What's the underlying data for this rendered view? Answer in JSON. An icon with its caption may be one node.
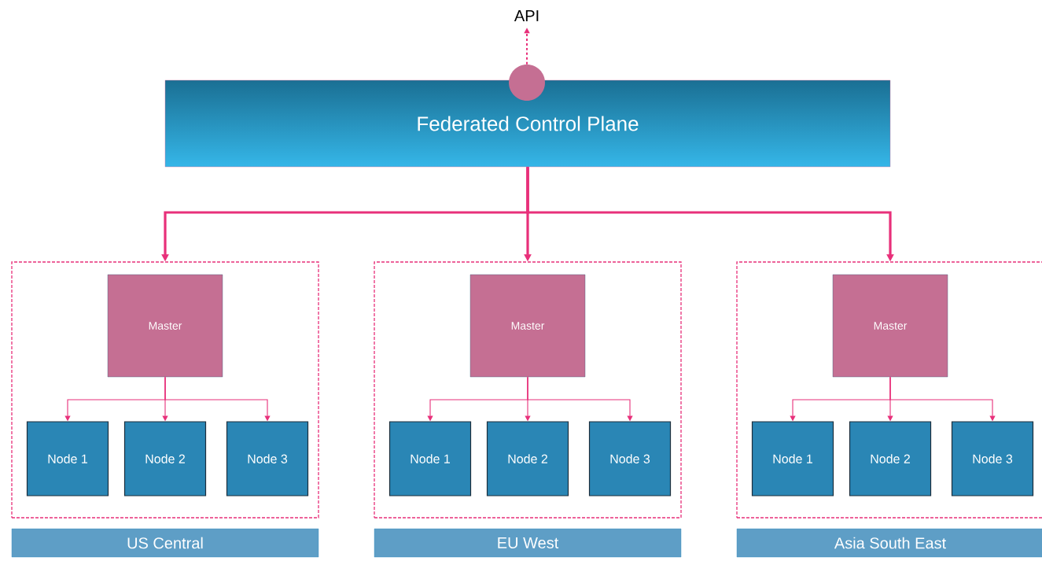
{
  "diagram": {
    "nodes": [
      {
        "text": [
          "API"
        ]
      },
      {
        "text": [],
        "shape": "circle"
      },
      {
        "text": [
          "Federated Control Plane"
        ]
      },
      {
        "text": [],
        "shape": "box"
      },
      {
        "text": [
          "Master"
        ],
        "in": 3
      },
      {
        "text": [
          "Node 1"
        ],
        "in": 3
      },
      {
        "text": [
          "Node 2"
        ],
        "in": 3
      },
      {
        "text": [
          "Node 3"
        ],
        "in": 3
      },
      {
        "text": [
          "US Central"
        ]
      },
      {
        "text": [],
        "shape": "box"
      },
      {
        "text": [
          "Master"
        ],
        "in": 9
      },
      {
        "text": [
          "Node 1"
        ],
        "in": 9
      },
      {
        "text": [
          "Node 2"
        ],
        "in": 9
      },
      {
        "text": [
          "Node 3"
        ],
        "in": 9
      },
      {
        "text": [
          "EU West"
        ]
      },
      {
        "text": [],
        "shape": "box"
      },
      {
        "text": [
          "Master"
        ],
        "in": 15
      },
      {
        "text": [
          "Node 1"
        ],
        "in": 15
      },
      {
        "text": [
          "Node 2"
        ],
        "in": 15
      },
      {
        "text": [
          "Node 3"
        ],
        "in": 15
      },
      {
        "text": [
          "Asia South East"
        ]
      }
    ],
    "edges": [
      {
        "from": 1,
        "to": 0,
        "arrow": "to",
        "style": "dashed"
      },
      {
        "from": 2,
        "to": 3,
        "arrow": "to",
        "style": "thick"
      },
      {
        "from": 2,
        "to": 9,
        "arrow": "to",
        "style": "thick"
      },
      {
        "from": 2,
        "to": 15,
        "arrow": "to",
        "style": "thick"
      },
      {
        "from": 4,
        "to": 5,
        "arrow": "to"
      },
      {
        "from": 4,
        "to": 6,
        "arrow": "to"
      },
      {
        "from": 4,
        "to": 7,
        "arrow": "to"
      },
      {
        "from": 10,
        "to": 11,
        "arrow": "to"
      },
      {
        "from": 10,
        "to": 12,
        "arrow": "to"
      },
      {
        "from": 10,
        "to": 13,
        "arrow": "to"
      },
      {
        "from": 16,
        "to": 17,
        "arrow": "to"
      },
      {
        "from": 16,
        "to": 18,
        "arrow": "to"
      },
      {
        "from": 16,
        "to": 19,
        "arrow": "to"
      }
    ]
  }
}
